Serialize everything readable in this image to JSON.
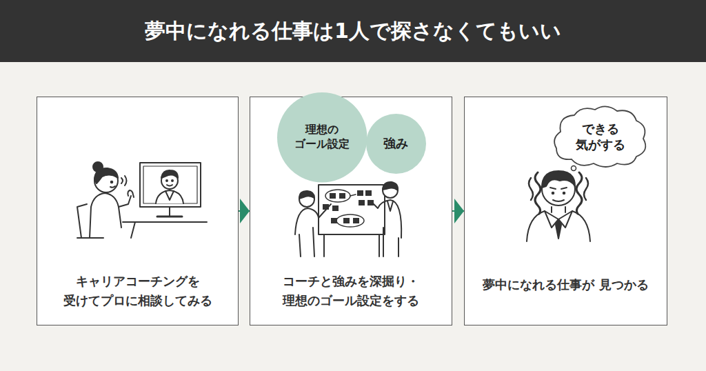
{
  "diagram": {
    "title": "夢中になれる仕事は1人で探さなくてもいい",
    "nodes": [
      {
        "text": [
          "キャリアコーチングを 受けてプロに相談してみる"
        ]
      },
      {
        "text": [
          "コーチと強みを深掘り・ 理想のゴール設定をする"
        ]
      },
      {
        "text": [
          "理想の ゴール設定"
        ],
        "in": 1
      },
      {
        "text": [
          "強み"
        ],
        "in": 1
      },
      {
        "text": [
          "夢中になれる仕事が 見つかる"
        ]
      },
      {
        "text": [
          "できる 気がする"
        ],
        "in": 4
      }
    ],
    "edges": [
      {
        "from": 0,
        "to": 1,
        "arrow": "to"
      },
      {
        "from": 1,
        "to": 4,
        "arrow": "to"
      }
    ]
  }
}
